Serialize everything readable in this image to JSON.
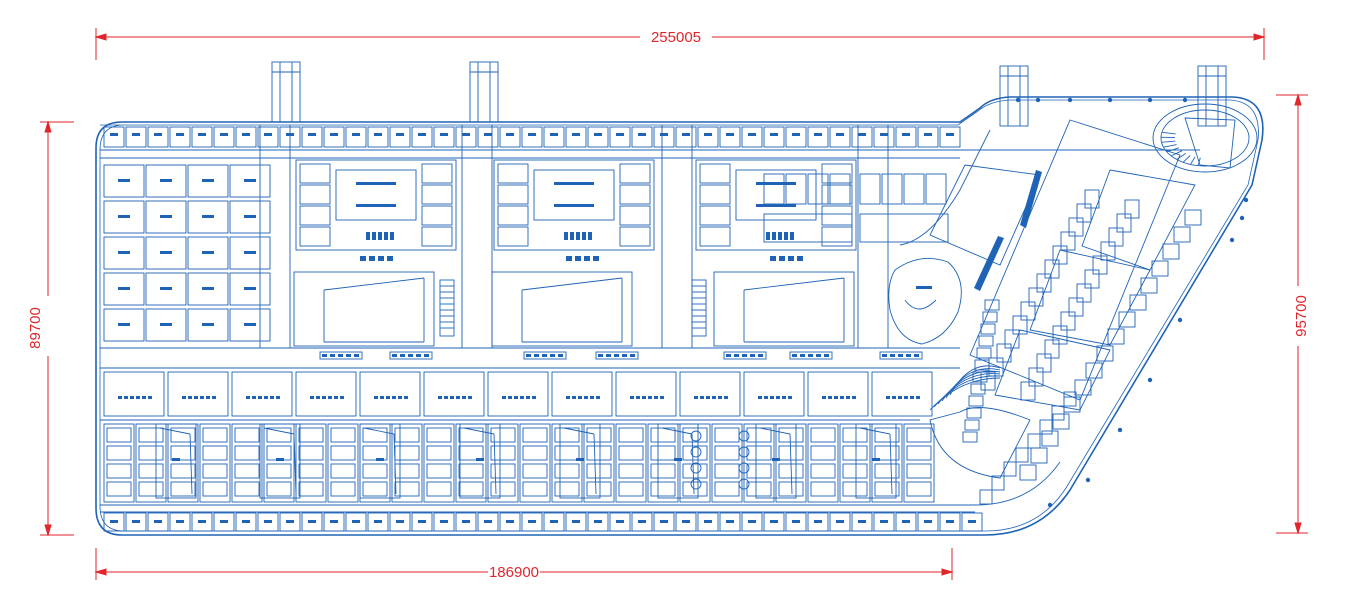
{
  "colors": {
    "dimension": "#e0262b",
    "plan": "#1f63b7",
    "background": "#ffffff"
  },
  "dimensions": {
    "top_width": "255005",
    "bottom_width": "186900",
    "left_height": "89700",
    "right_height": "95700"
  }
}
